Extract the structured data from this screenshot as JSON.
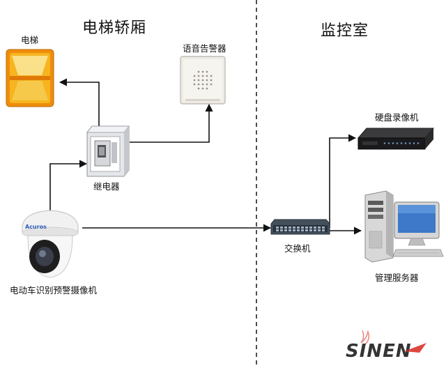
{
  "sections": {
    "left_title": "电梯轿厢",
    "right_title": "监控室"
  },
  "devices": {
    "elevator_light": "电梯",
    "speaker": "语音告警器",
    "relay": "继电器",
    "camera": "电动车识别预警摄像机",
    "switch": "交换机",
    "dvr": "硬盘录像机",
    "server": "管理服务器"
  },
  "watermark": {
    "logo_text": "SINEN"
  },
  "colors": {
    "line": "#111111",
    "divider": "#222222",
    "light_orange": "#f39a0d",
    "light_yellow": "#f6cf4a",
    "watermark_red": "#d8342a"
  }
}
